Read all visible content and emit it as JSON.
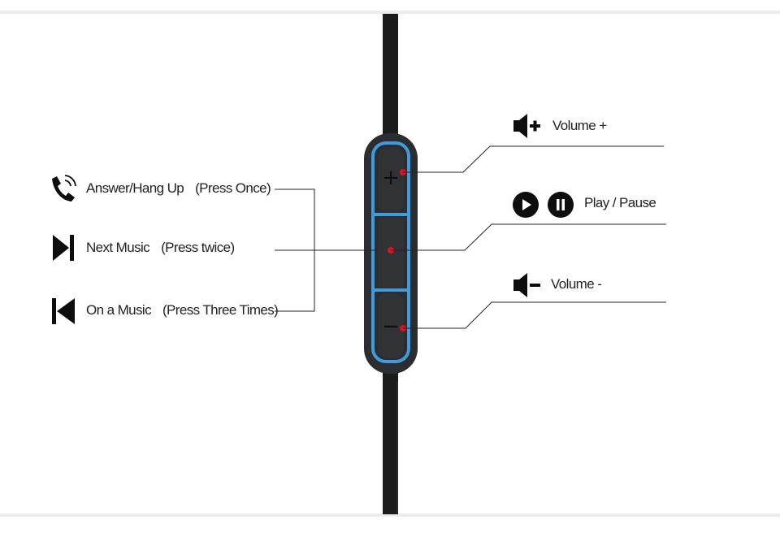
{
  "labels": {
    "answer": {
      "action": "Answer/Hang Up",
      "hint": "(Press Once)"
    },
    "next": {
      "action": "Next Music",
      "hint": "(Press twice)"
    },
    "prev": {
      "action": "On a Music",
      "hint": "(Press Three Times)"
    },
    "vol_up": "Volume +",
    "play_pause": "Play / Pause",
    "vol_down": "Volume -"
  },
  "remote": {
    "plus_symbol": "+",
    "minus_symbol": "−"
  },
  "colors": {
    "cable": "#1b1b1b",
    "remote_body": "#2b2d31",
    "button_face": "#303236",
    "accent_blue": "#3f9bd9",
    "marker_red": "#e0121b",
    "line": "#222222"
  },
  "icons": [
    "phone-icon",
    "next-track-icon",
    "previous-track-icon",
    "volume-up-icon",
    "play-icon",
    "pause-icon",
    "volume-down-icon"
  ]
}
